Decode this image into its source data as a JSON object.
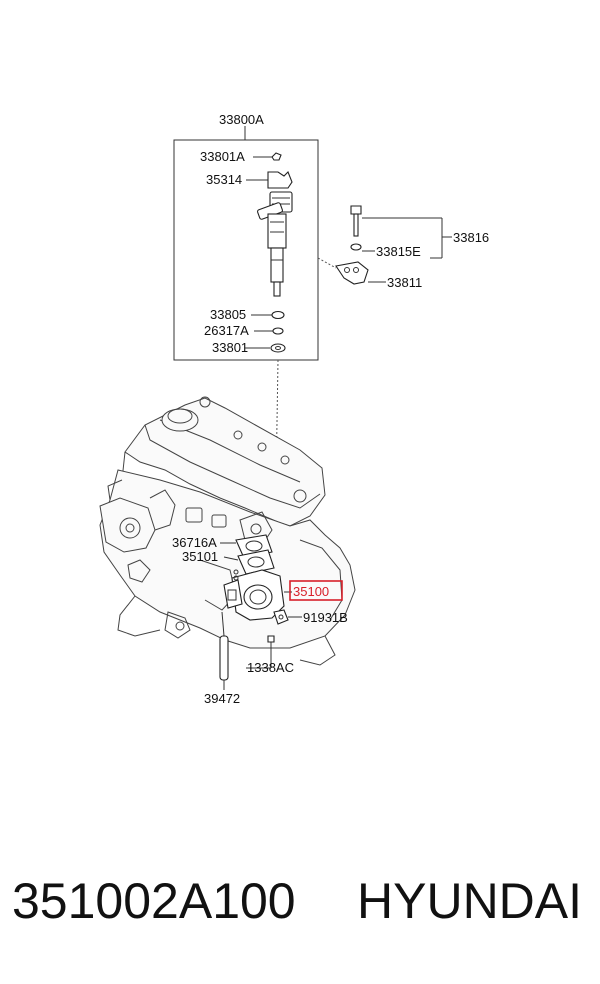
{
  "labels": {
    "injector_assy": "33800A",
    "clip": "33801A",
    "holder": "35314",
    "bolt_group": "33816",
    "washer": "33815E",
    "bracket": "33811",
    "oring": "33805",
    "ring": "26317A",
    "seal_washer": "33801",
    "gasket_upper": "36716A",
    "gasket": "35101",
    "throttle_body": "35100",
    "sensor": "91931B",
    "bolt": "1338AC",
    "pipe": "39472"
  },
  "highlight_color": "#d8202a",
  "footer": {
    "part_number": "351002A100",
    "brand": "HYUNDAI"
  }
}
